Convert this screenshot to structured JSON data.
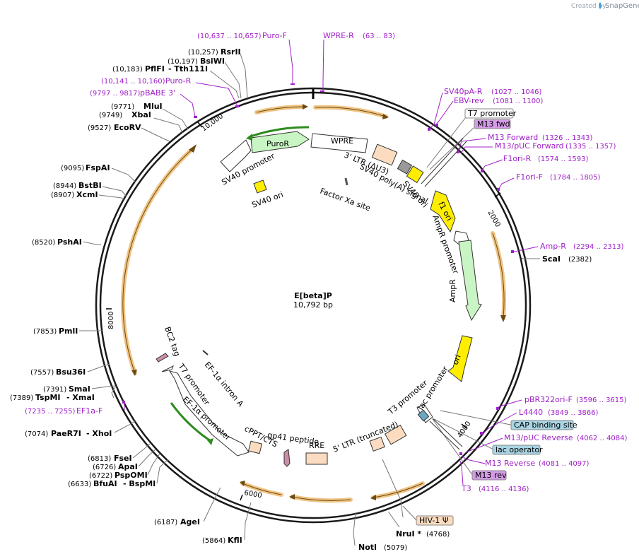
{
  "credit": {
    "prefix": "Created by",
    "brand": "SnapGene"
  },
  "plasmid": {
    "name": "E[beta]P",
    "length": "10,792 bp"
  },
  "ticks": [
    "2000",
    "4000",
    "6000",
    "8000",
    "10,000"
  ],
  "enzymes": {
    "rsrii": {
      "pos": "(10,257)",
      "name": "RsrII"
    },
    "bswi": {
      "pos": "(10,197)",
      "name": "BsiWI"
    },
    "pflfi": {
      "pos": "(10,183)",
      "name": "PflFI",
      "alt": "- Tth111I"
    },
    "mlui": {
      "pos": "(9771)",
      "name": "MluI"
    },
    "xbai": {
      "pos": "(9749)",
      "name": "XbaI"
    },
    "ecorv": {
      "pos": "(9527)",
      "name": "EcoRV"
    },
    "fspai": {
      "pos": "(9095)",
      "name": "FspAI"
    },
    "bstbi": {
      "pos": "(8944)",
      "name": "BstBI"
    },
    "xcmi": {
      "pos": "(8907)",
      "name": "XcmI"
    },
    "pshai": {
      "pos": "(8520)",
      "name": "PshAI"
    },
    "pmli": {
      "pos": "(7853)",
      "name": "PmlI"
    },
    "bsu36i": {
      "pos": "(7557)",
      "name": "Bsu36I"
    },
    "smai": {
      "pos": "(7391)",
      "name": "SmaI"
    },
    "tspmi": {
      "pos": "(7389)",
      "name": "TspMI",
      "alt": "- XmaI"
    },
    "paer7i": {
      "pos": "(7074)",
      "name": "PaeR7I",
      "alt": "- XhoI"
    },
    "fsei": {
      "pos": "(6813)",
      "name": "FseI"
    },
    "apai": {
      "pos": "(6726)",
      "name": "ApaI"
    },
    "pspomi": {
      "pos": "(6722)",
      "name": "PspOMI"
    },
    "bfuai": {
      "pos": "(6633)",
      "name": "BfuAI",
      "alt": "- BspMI"
    },
    "agei": {
      "pos": "(6187)",
      "name": "AgeI"
    },
    "kfli": {
      "pos": "(5864)",
      "name": "KflI"
    },
    "noti": {
      "pos": "(5079)",
      "name": "NotI"
    },
    "nrui": {
      "pos": "(4768)",
      "name": "NruI *"
    },
    "scai": {
      "pos": "(2382)",
      "name": "ScaI"
    }
  },
  "primers": {
    "purof": {
      "range": "(10,637 .. 10,657)",
      "name": "Puro-F"
    },
    "wprer": {
      "range": "(63 .. 83)",
      "name": "WPRE-R"
    },
    "puror": {
      "range": "(10,141 .. 10,160)",
      "name": "Puro-R"
    },
    "pbabe3": {
      "range": "(9797 .. 9817)",
      "name": "pBABE 3'"
    },
    "sv40par": {
      "range": "(1027 .. 1046)",
      "name": "SV40pA-R"
    },
    "ebvrev": {
      "range": "(1081 .. 1100)",
      "name": "EBV-rev"
    },
    "m13fwd": {
      "range": "(1326 .. 1343)",
      "name": "M13 Forward"
    },
    "m13puc": {
      "range": "(1335 .. 1357)",
      "name": "M13/pUC Forward"
    },
    "f1orir": {
      "range": "(1574 .. 1593)",
      "name": "F1ori-R"
    },
    "f1orif": {
      "range": "(1784 .. 1805)",
      "name": "F1ori-F"
    },
    "ampr": {
      "range": "(2294 .. 2313)",
      "name": "Amp-R"
    },
    "pbr322": {
      "range": "(3596 .. 3615)",
      "name": "pBR322ori-F"
    },
    "l4440": {
      "range": "(3849 .. 3866)",
      "name": "L4440"
    },
    "m13pucrev": {
      "range": "(4062 .. 4084)",
      "name": "M13/pUC Reverse"
    },
    "m13rev": {
      "range": "(4081 .. 4097)",
      "name": "M13 Reverse"
    },
    "t3": {
      "range": "(4116 .. 4136)",
      "name": "T3"
    },
    "ef1af": {
      "range": "(7235 .. 7255)",
      "name": "EF1a-F"
    }
  },
  "boxed_features": {
    "t7top": "T7 promoter",
    "m13fwd": "M13 fwd",
    "cap": "CAP binding site",
    "lacop": "lac operator",
    "m13rev": "M13 rev",
    "hiv": "HIV-1 Ψ"
  },
  "features": {
    "wpre": "WPRE",
    "puror": "PuroR",
    "sv40prom": "SV40 promoter",
    "sv40ori_left": "SV40 ori",
    "ltr3": "3' LTR (ΔU3)",
    "sv40polya": "SV40 poly(A) signal",
    "sv40ori_right": "SV40 ori",
    "factorxa": "Factor Xa site",
    "f1ori": "f1 ori",
    "amprprom": "AmpR promoter",
    "ampr": "AmpR",
    "ori": "ori",
    "lacprom": "lac promoter",
    "t3prom": "T3 promoter",
    "ltr5": "5' LTR (truncated)",
    "rre": "RRE",
    "gp41": "gp41 peptide",
    "cppt": "cPPT/CTS",
    "ef1aprom": "EF-1α promoter",
    "t7prom": "T7 promoter",
    "ef1aintron": "EF-1α intron A",
    "bc2tag": "BC2 tag"
  },
  "colors": {
    "backbone": "#1a1a1a",
    "orange_arc": "#f5c98a",
    "primer": "#a020c8",
    "puror": "#c9f5c4",
    "promoter": "#ffffff",
    "ori": "#ffee00",
    "ltr": "#fbdcc1",
    "boxed_blue": "#a9d4e3",
    "boxed_purple": "#d49be6"
  }
}
